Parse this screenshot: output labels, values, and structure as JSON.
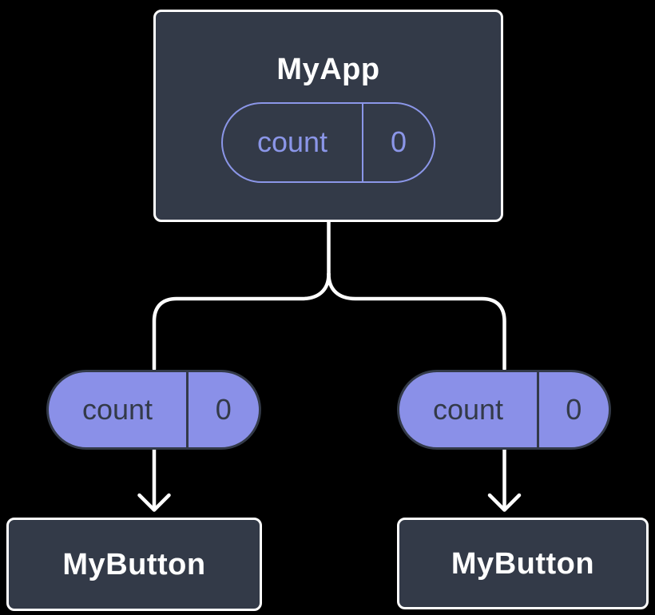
{
  "diagram": {
    "description": "Component tree diagram: parent component holding state, passed down to two child components",
    "background_color": "#000000",
    "colors": {
      "node_fill": "#333a48",
      "node_border": "#ffffff",
      "node_text": "#ffffff",
      "state_pill_fill": "#8a90e8",
      "state_pill_accent": "#8b96e8",
      "pill_dark_text": "#333a48",
      "connector": "#ffffff"
    },
    "root": {
      "title": "MyApp",
      "state_pill": {
        "label": "count",
        "value": "0"
      }
    },
    "left_child": {
      "prop_pill": {
        "label": "count",
        "value": "0"
      },
      "title": "MyButton"
    },
    "right_child": {
      "prop_pill": {
        "label": "count",
        "value": "0"
      },
      "title": "MyButton"
    }
  }
}
